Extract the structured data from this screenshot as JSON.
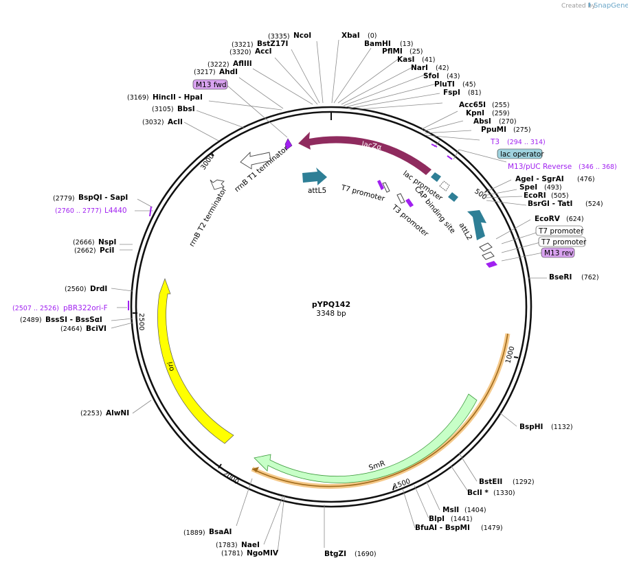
{
  "header": {
    "credit_label": "Created by",
    "brand": "SnapGene"
  },
  "plasmid": {
    "name": "pYPQ142",
    "length_label": "3348 bp"
  },
  "ticks": [
    "500",
    "1000",
    "1500",
    "2000",
    "2500",
    "3000"
  ],
  "sites": [
    {
      "name": "NcoI",
      "pos": "(3335)"
    },
    {
      "name": "XbaI",
      "pos": "(0)"
    },
    {
      "name": "BstZ17I",
      "pos": "(3321)"
    },
    {
      "name": "BamHI",
      "pos": "(13)"
    },
    {
      "name": "AccI",
      "pos": "(3320)"
    },
    {
      "name": "PflMI",
      "pos": "(25)"
    },
    {
      "name": "KasI",
      "pos": "(41)"
    },
    {
      "name": "AflIII",
      "pos": "(3222)"
    },
    {
      "name": "NarI",
      "pos": "(42)"
    },
    {
      "name": "AhdI",
      "pos": "(3217)"
    },
    {
      "name": "SfoI",
      "pos": "(43)"
    },
    {
      "name": "PluTI",
      "pos": "(45)"
    },
    {
      "name": "FspI",
      "pos": "(81)"
    },
    {
      "name": "HincII - HpaI",
      "pos": "(3169)"
    },
    {
      "name": "Acc65I",
      "pos": "(255)"
    },
    {
      "name": "BbsI",
      "pos": "(3105)"
    },
    {
      "name": "KpnI",
      "pos": "(259)"
    },
    {
      "name": "AclI",
      "pos": "(3032)"
    },
    {
      "name": "AbsI",
      "pos": "(270)"
    },
    {
      "name": "PpuMI",
      "pos": "(275)"
    },
    {
      "name": "AgeI - SgrAI",
      "pos": "(476)"
    },
    {
      "name": "SpeI",
      "pos": "(493)"
    },
    {
      "name": "EcoRI",
      "pos": "(505)"
    },
    {
      "name": "BsrGI - TatI",
      "pos": "(524)"
    },
    {
      "name": "BspQI - SapI",
      "pos": "(2779)"
    },
    {
      "name": "EcoRV",
      "pos": "(624)"
    },
    {
      "name": "NspI",
      "pos": "(2666)"
    },
    {
      "name": "PciI",
      "pos": "(2662)"
    },
    {
      "name": "BseRI",
      "pos": "(762)"
    },
    {
      "name": "DrdI",
      "pos": "(2560)"
    },
    {
      "name": "BssSI - BssSαI",
      "pos": "(2489)"
    },
    {
      "name": "BciVI",
      "pos": "(2464)"
    },
    {
      "name": "AlwNI",
      "pos": "(2253)"
    },
    {
      "name": "BspHI",
      "pos": "(1132)"
    },
    {
      "name": "BstEII",
      "pos": "(1292)"
    },
    {
      "name": "BclI *",
      "pos": "(1330)"
    },
    {
      "name": "MslI",
      "pos": "(1404)"
    },
    {
      "name": "BlpI",
      "pos": "(1441)"
    },
    {
      "name": "BfuAI - BspMI",
      "pos": "(1479)"
    },
    {
      "name": "BsaAI",
      "pos": "(1889)"
    },
    {
      "name": "NaeI",
      "pos": "(1783)"
    },
    {
      "name": "NgoMIV",
      "pos": "(1781)"
    },
    {
      "name": "BtgZI",
      "pos": "(1690)"
    }
  ],
  "primers": [
    {
      "name": "T3",
      "range": "(294 .. 314)"
    },
    {
      "name": "M13/pUC Reverse",
      "range": "(346 .. 368)"
    },
    {
      "name": "L4440",
      "range": "(2760 .. 2777)"
    },
    {
      "name": "pBR322ori-F",
      "range": "(2507 .. 2526)"
    }
  ],
  "boxed_labels": [
    "M13 fwd",
    "lac operator",
    "T7 promoter",
    "T7 promoter",
    "M13 rev"
  ],
  "features": {
    "lacZa": "lacZα",
    "lac_promoter": "lac promoter",
    "cap_site": "CAP binding site",
    "attL5": "attL5",
    "attL2": "attL2",
    "t7_promoter": "T7 promoter",
    "t3_promoter": "T3 promoter",
    "rrnB_T1": "rrnB T1 terminator",
    "rrnB_T2": "rrnB T2 terminator",
    "ori": "ori",
    "SmR": "SmR"
  },
  "colors": {
    "lacZa": "#8f2b5e",
    "att": "#2e7f96",
    "ori": "#ffff00",
    "smr": "#c7ffc7",
    "primer": "#a020f0",
    "m13_box": "#d9a3f0",
    "lacop_box": "#9fd2de",
    "resistance_highlight": "#f5c98a"
  }
}
